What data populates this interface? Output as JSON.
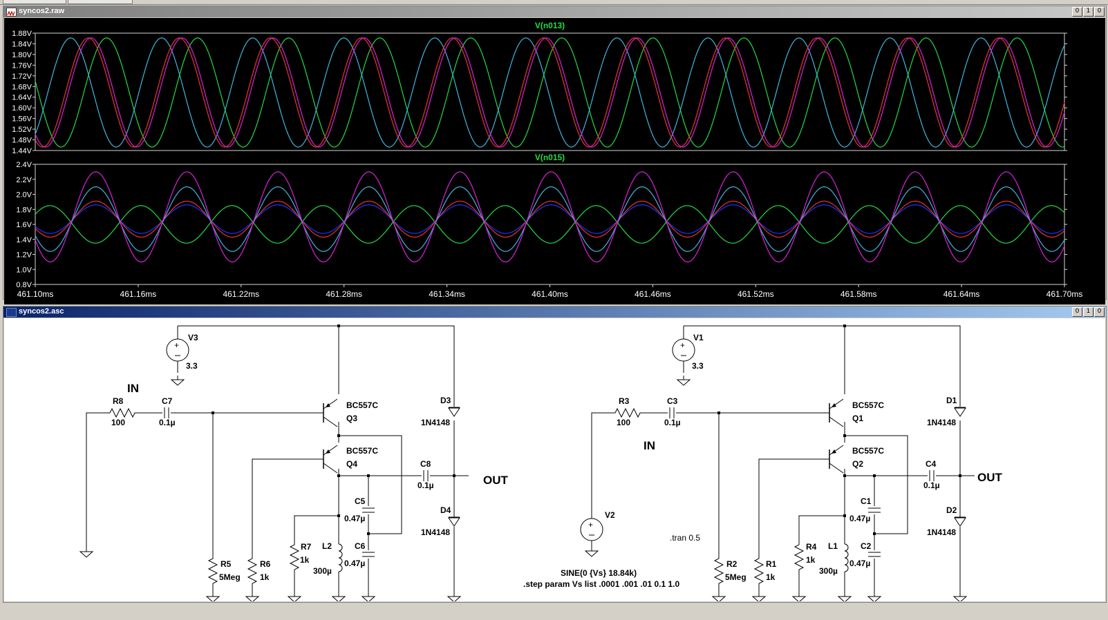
{
  "plot_window": {
    "title": "syncos2.raw",
    "buttons": [
      "0",
      "1",
      "0"
    ]
  },
  "schematic_window": {
    "title": "syncos2.asc",
    "buttons": [
      "0",
      "1",
      "0"
    ]
  },
  "chart_data": [
    {
      "type": "line",
      "title": "V(n013)",
      "ylim": [
        1.44,
        1.88
      ],
      "y_ticks": [
        "1.88V",
        "1.84V",
        "1.80V",
        "1.76V",
        "1.72V",
        "1.68V",
        "1.64V",
        "1.60V",
        "1.56V",
        "1.52V",
        "1.48V",
        "1.44V"
      ],
      "xlim": [
        461.1,
        461.7
      ],
      "x_unit": "ms",
      "grid": false,
      "series": [
        {
          "color": "#22dd44",
          "period_ms": 0.05308,
          "phase_ms": 461.0885,
          "min": 1.453,
          "max": 1.862
        },
        {
          "color": "#40b8e0",
          "period_ms": 0.05308,
          "phase_ms": 461.1206,
          "min": 1.453,
          "max": 1.862
        },
        {
          "color": "#ee3333",
          "period_ms": 0.05308,
          "phase_ms": 461.1309,
          "min": 1.453,
          "max": 1.862
        },
        {
          "color": "#dd22dd",
          "period_ms": 0.05308,
          "phase_ms": 461.1325,
          "min": 1.453,
          "max": 1.862
        }
      ]
    },
    {
      "type": "line",
      "title": "V(n015)",
      "ylim": [
        0.8,
        2.4
      ],
      "y_ticks": [
        "2.4V",
        "2.2V",
        "2.0V",
        "1.8V",
        "1.6V",
        "1.4V",
        "1.2V",
        "1.0V",
        "0.8V"
      ],
      "xlim": [
        461.1,
        461.7
      ],
      "x_unit": "ms",
      "x_ticks": [
        "461.10ms",
        "461.16ms",
        "461.22ms",
        "461.28ms",
        "461.34ms",
        "461.40ms",
        "461.46ms",
        "461.52ms",
        "461.58ms",
        "461.64ms",
        "461.70ms"
      ],
      "grid": false,
      "series": [
        {
          "color": "#22dd44",
          "period_ms": 0.05308,
          "phase_ms": 461.1085,
          "min": 1.35,
          "max": 1.85
        },
        {
          "color": "#2233ff",
          "period_ms": 0.05308,
          "phase_ms": 461.1353,
          "min": 1.48,
          "max": 1.86
        },
        {
          "color": "#ee3333",
          "period_ms": 0.05308,
          "phase_ms": 461.1353,
          "min": 1.43,
          "max": 1.91
        },
        {
          "color": "#40b8e0",
          "period_ms": 0.05308,
          "phase_ms": 461.1353,
          "min": 1.24,
          "max": 2.1
        },
        {
          "color": "#dd22dd",
          "period_ms": 0.05308,
          "phase_ms": 461.1353,
          "min": 1.1,
          "max": 2.3
        }
      ]
    }
  ],
  "schematic": {
    "left": {
      "in_label": "IN",
      "out_label": "OUT",
      "v_ref": "V3",
      "v_val": "3.3",
      "r_in_ref": "R8",
      "r_in_val": "100",
      "c_in_ref": "C7",
      "c_in_val": "0.1µ",
      "q_top_model": "BC557C",
      "q_top_ref": "Q3",
      "q_bot_model": "BC557C",
      "q_bot_ref": "Q4",
      "d_top_ref": "D3",
      "d_top_val": "1N4148",
      "d_bot_ref": "D4",
      "d_bot_val": "1N4148",
      "c_out_ref": "C8",
      "c_out_val": "0.1µ",
      "c_a_ref": "C5",
      "c_a_val": "0.47µ",
      "c_b_ref": "C6",
      "c_b_val": "0.47µ",
      "l_ref": "L2",
      "l_val": "300µ",
      "r_a_ref": "R7",
      "r_a_val": "1k",
      "r_b_ref": "R6",
      "r_b_val": "1k",
      "r_c_ref": "R5",
      "r_c_val": "5Meg"
    },
    "right": {
      "in_label": "IN",
      "out_label": "OUT",
      "v_ref": "V1",
      "v_val": "3.3",
      "vsrc_ref": "V2",
      "r_in_ref": "R3",
      "r_in_val": "100",
      "c_in_ref": "C3",
      "c_in_val": "0.1µ",
      "q_top_model": "BC557C",
      "q_top_ref": "Q1",
      "q_bot_model": "BC557C",
      "q_bot_ref": "Q2",
      "d_top_ref": "D1",
      "d_top_val": "1N4148",
      "d_bot_ref": "D2",
      "d_bot_val": "1N4148",
      "c_out_ref": "C4",
      "c_out_val": "0.1µ",
      "c_a_ref": "C1",
      "c_a_val": "0.47µ",
      "c_b_ref": "C2",
      "c_b_val": "0.47µ",
      "l_ref": "L1",
      "l_val": "300µ",
      "r_a_ref": "R4",
      "r_a_val": "1k",
      "r_b_ref": "R1",
      "r_b_val": "1k",
      "r_c_ref": "R2",
      "r_c_val": "5Meg"
    },
    "directives": {
      "tran": ".tran 0.5",
      "sine": "SINE(0 {Vs} 18.84k)",
      "step": ".step param Vs list  .0001 .001 .01 0.1 1.0"
    }
  }
}
